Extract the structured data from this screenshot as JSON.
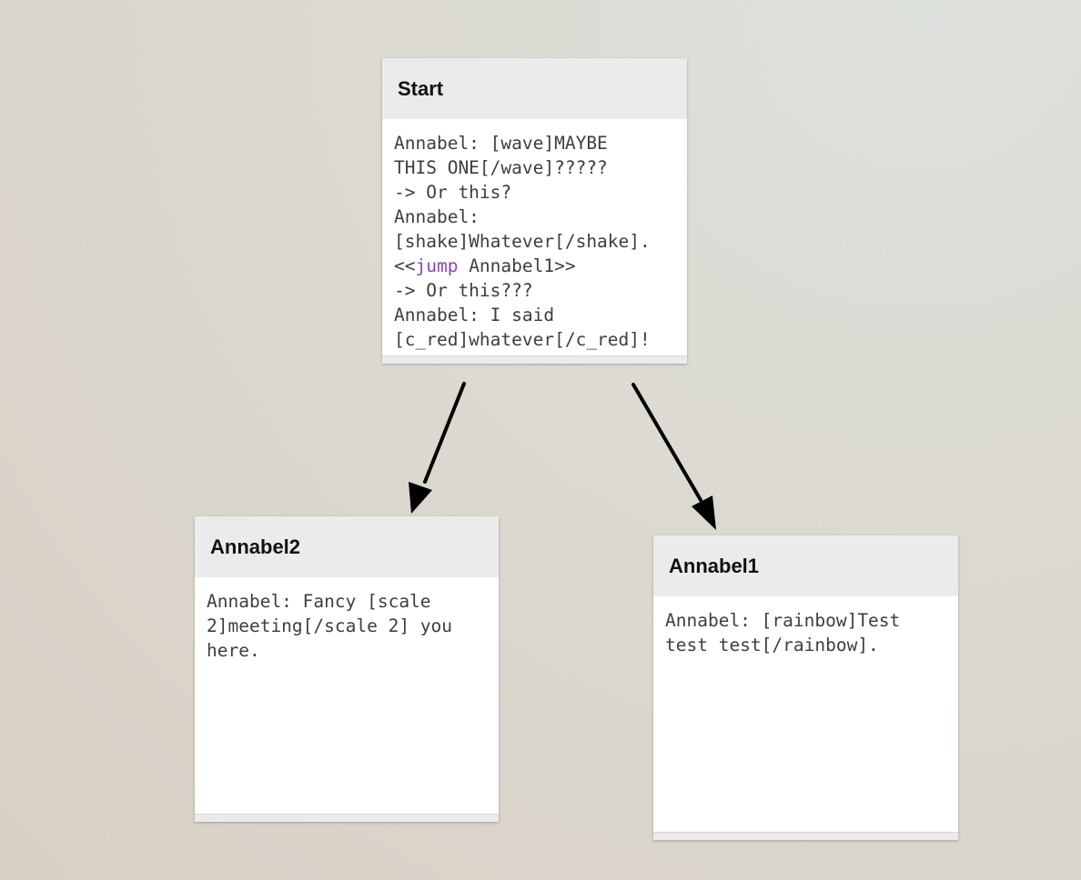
{
  "nodes": {
    "start": {
      "title": "Start",
      "lines": {
        "l1": "Annabel: [wave]MAYBE",
        "l2": "THIS ONE[/wave]?????",
        "l3": "-> Or this?",
        "l4": "Annabel:",
        "l5": "[shake]Whatever[/shake].",
        "l6_prefix": "<<",
        "l6_keyword": "jump",
        "l6_suffix": " Annabel1>>",
        "l7": "-> Or this???",
        "l8": "Annabel: I said",
        "l9": "[c_red]whatever[/c_red]!"
      }
    },
    "annabel2": {
      "title": "Annabel2",
      "lines": {
        "l1": "Annabel: Fancy [scale",
        "l2": "2]meeting[/scale 2] you",
        "l3": "here."
      }
    },
    "annabel1": {
      "title": "Annabel1",
      "lines": {
        "l1": "Annabel: [rainbow]Test",
        "l2": "test test[/rainbow]."
      }
    }
  },
  "connections": [
    {
      "from": "Start",
      "to": "Annabel2"
    },
    {
      "from": "Start",
      "to": "Annabel1"
    }
  ],
  "colors": {
    "keyword": "#8a47b0",
    "header": "#ebebeb",
    "body_text": "#3e3e3e",
    "arrow": "#000000"
  }
}
